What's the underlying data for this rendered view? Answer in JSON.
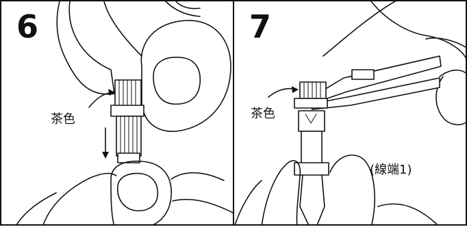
{
  "panels": [
    {
      "step": "6",
      "labels": {
        "wire_color": "茶色"
      }
    },
    {
      "step": "7",
      "labels": {
        "wire_color": "茶色",
        "wire_end": "(線端1)"
      }
    }
  ],
  "colors": {
    "ink": "#111111",
    "background": "#ffffff"
  }
}
